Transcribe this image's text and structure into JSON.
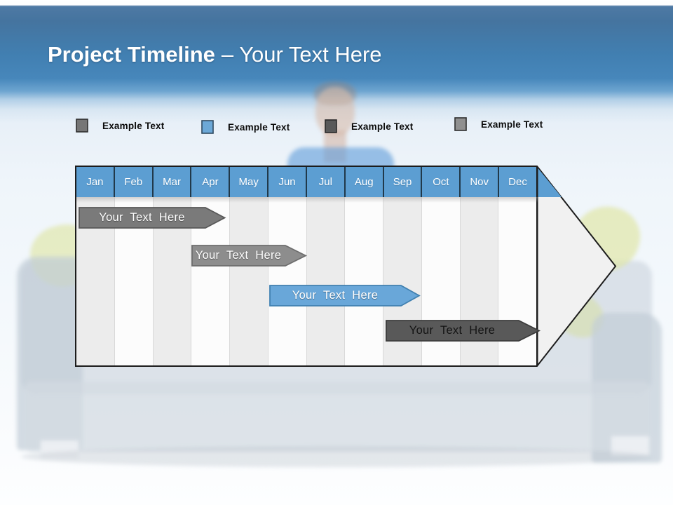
{
  "slide": {
    "title_bold": "Project Timeline",
    "title_rest": "– Your Text Here"
  },
  "legend": {
    "items": [
      {
        "label": "Example Text",
        "color": "#767676"
      },
      {
        "label": "Example Text",
        "color": "#6ca8d7"
      },
      {
        "label": "Example Text",
        "color": "#595959"
      },
      {
        "label": "Example Text",
        "color": "#909090"
      }
    ]
  },
  "timeline": {
    "months": [
      "Jan",
      "Feb",
      "Mar",
      "Apr",
      "May",
      "Jun",
      "Jul",
      "Aug",
      "Sep",
      "Oct",
      "Nov",
      "Dec"
    ],
    "header_color": "#5c9ed2",
    "grid_stripe_color": "#ececec",
    "arrow_body_color": "#f1f1f1",
    "outline_color": "#1c1c1c",
    "bars": [
      {
        "label": "Your Text Here",
        "start_month": "Jan",
        "end_month": "Apr",
        "fill": "#7a7a7a",
        "stroke": "#585858",
        "text_color": "#ffffff"
      },
      {
        "label": "Your Text Here",
        "start_month": "Apr",
        "end_month": "Jun",
        "fill": "#8d8d8d",
        "stroke": "#6d6d6d",
        "text_color": "#ffffff"
      },
      {
        "label": "Your Text Here",
        "start_month": "Jun",
        "end_month": "Sep",
        "fill": "#69a7d9",
        "stroke": "#4080b0",
        "text_color": "#ffffff"
      },
      {
        "label": "Your Text Here",
        "start_month": "Sep",
        "end_month": "Dec",
        "fill": "#595959",
        "stroke": "#3c3c3c",
        "text_color": "#141414"
      }
    ]
  }
}
